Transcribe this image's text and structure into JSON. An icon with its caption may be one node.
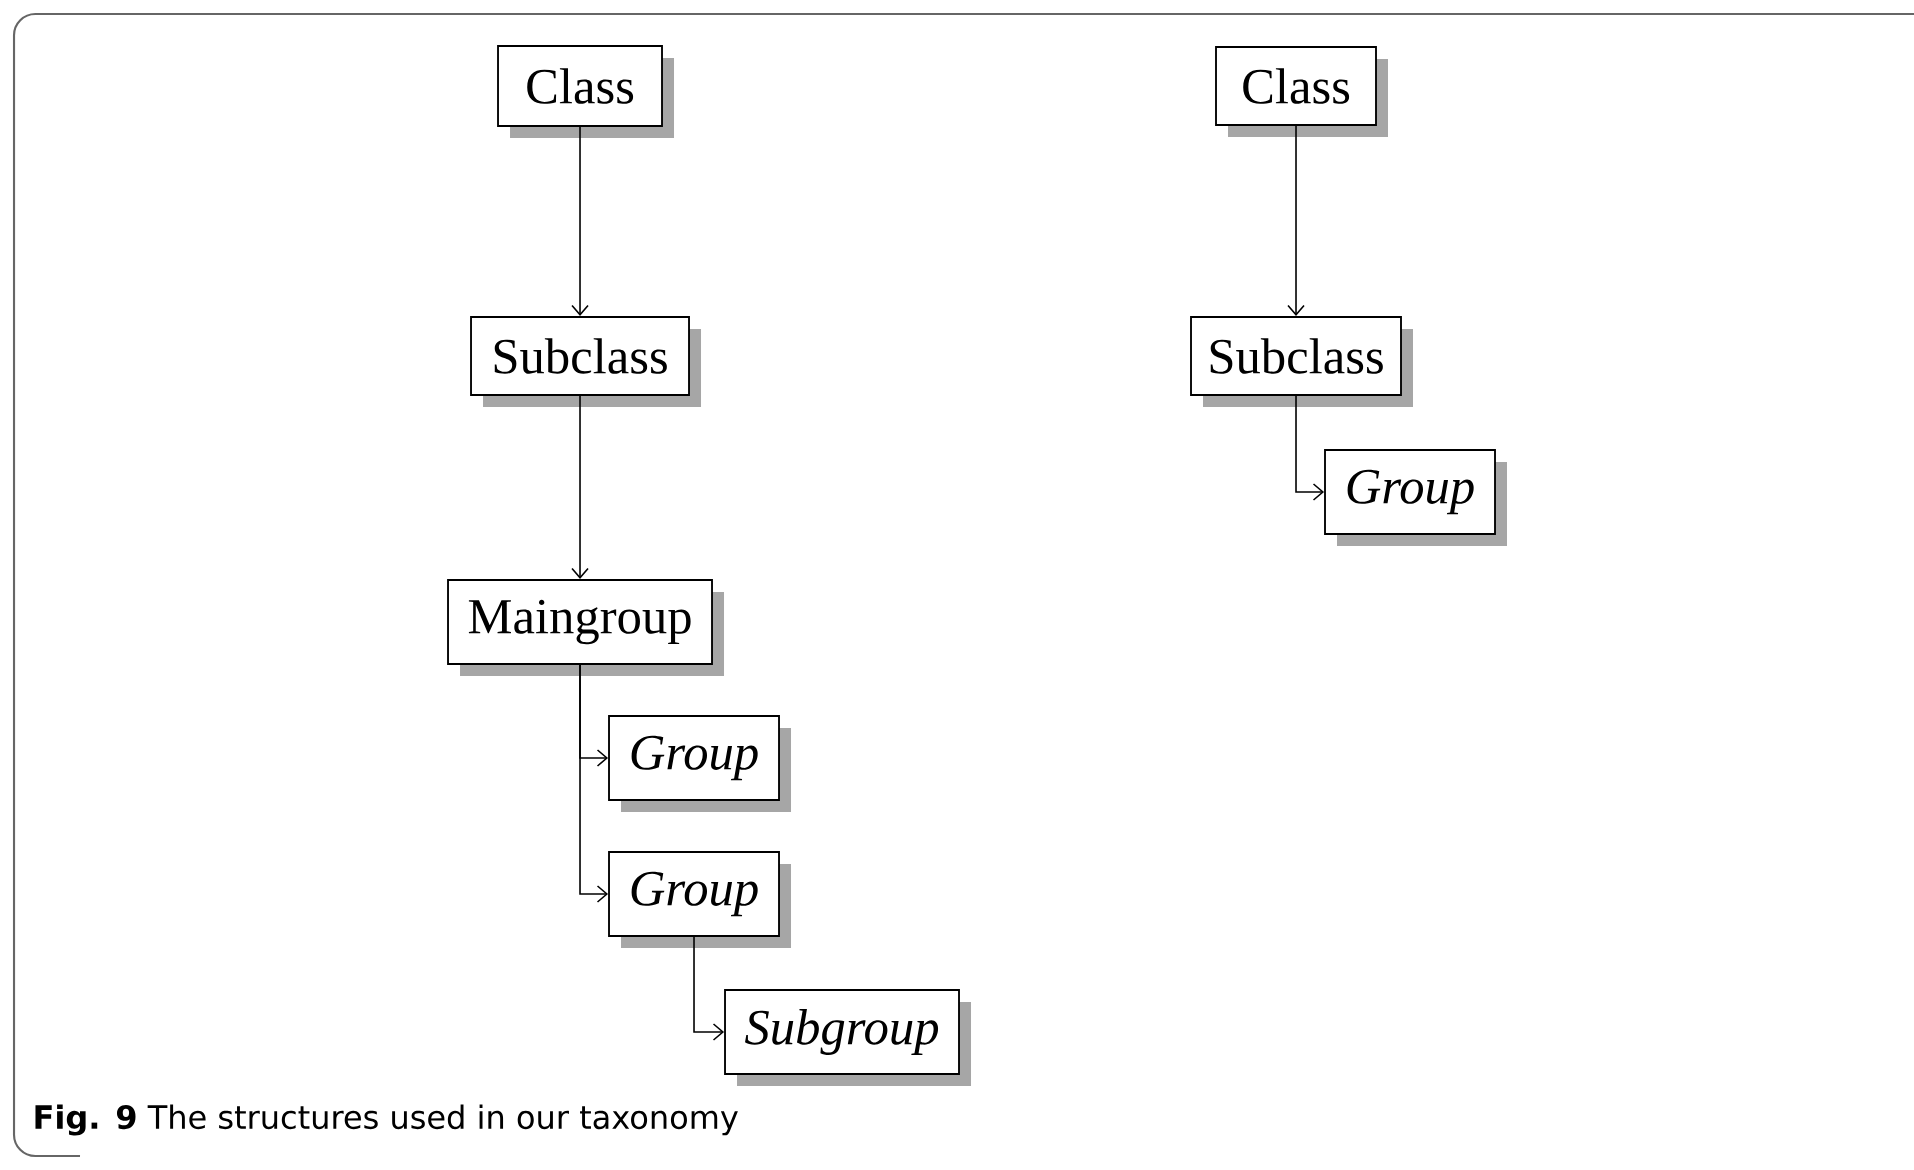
{
  "diagram": {
    "caption": "**Fig. 9** The structures used in our taxonomy",
    "nodes": [
      {
        "text": [
          "Class"
        ]
      },
      {
        "text": [
          "Subclass"
        ]
      },
      {
        "text": [
          "Maingroup"
        ]
      },
      {
        "text": [
          "Group"
        ]
      },
      {
        "text": [
          "Group"
        ]
      },
      {
        "text": [
          "Subgroup"
        ]
      },
      {
        "text": [
          "Class"
        ]
      },
      {
        "text": [
          "Subclass"
        ]
      },
      {
        "text": [
          "Group"
        ]
      }
    ],
    "edges": [
      {
        "from": 0,
        "to": 1,
        "arrow": "to"
      },
      {
        "from": 1,
        "to": 2,
        "arrow": "to"
      },
      {
        "from": 2,
        "to": 3,
        "arrow": "to"
      },
      {
        "from": 2,
        "to": 4,
        "arrow": "to"
      },
      {
        "from": 4,
        "to": 5,
        "arrow": "to"
      },
      {
        "from": 6,
        "to": 7,
        "arrow": "to"
      },
      {
        "from": 7,
        "to": 8,
        "arrow": "to"
      }
    ]
  }
}
